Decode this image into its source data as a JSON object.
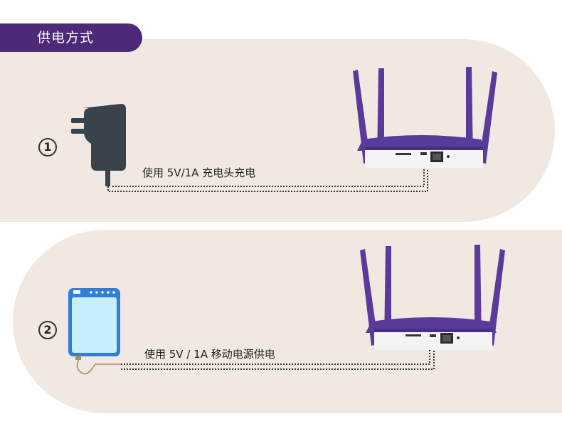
{
  "section_title": "供电方式",
  "options": [
    {
      "number": "1",
      "caption": "使用 5V/1A 充电头充电",
      "device": "wall-charger"
    },
    {
      "number": "2",
      "caption": "使用 5V / 1A 移动电源供电",
      "device": "power-bank"
    }
  ],
  "colors": {
    "tab": "#4c2a78",
    "panel": "#f1e9e1",
    "router_purple": "#5a3a9a",
    "router_body": "#f4f4f6",
    "charger": "#39434c",
    "power_bank_screen": "#c9efff",
    "power_bank_frame": "#2f7fd6"
  }
}
